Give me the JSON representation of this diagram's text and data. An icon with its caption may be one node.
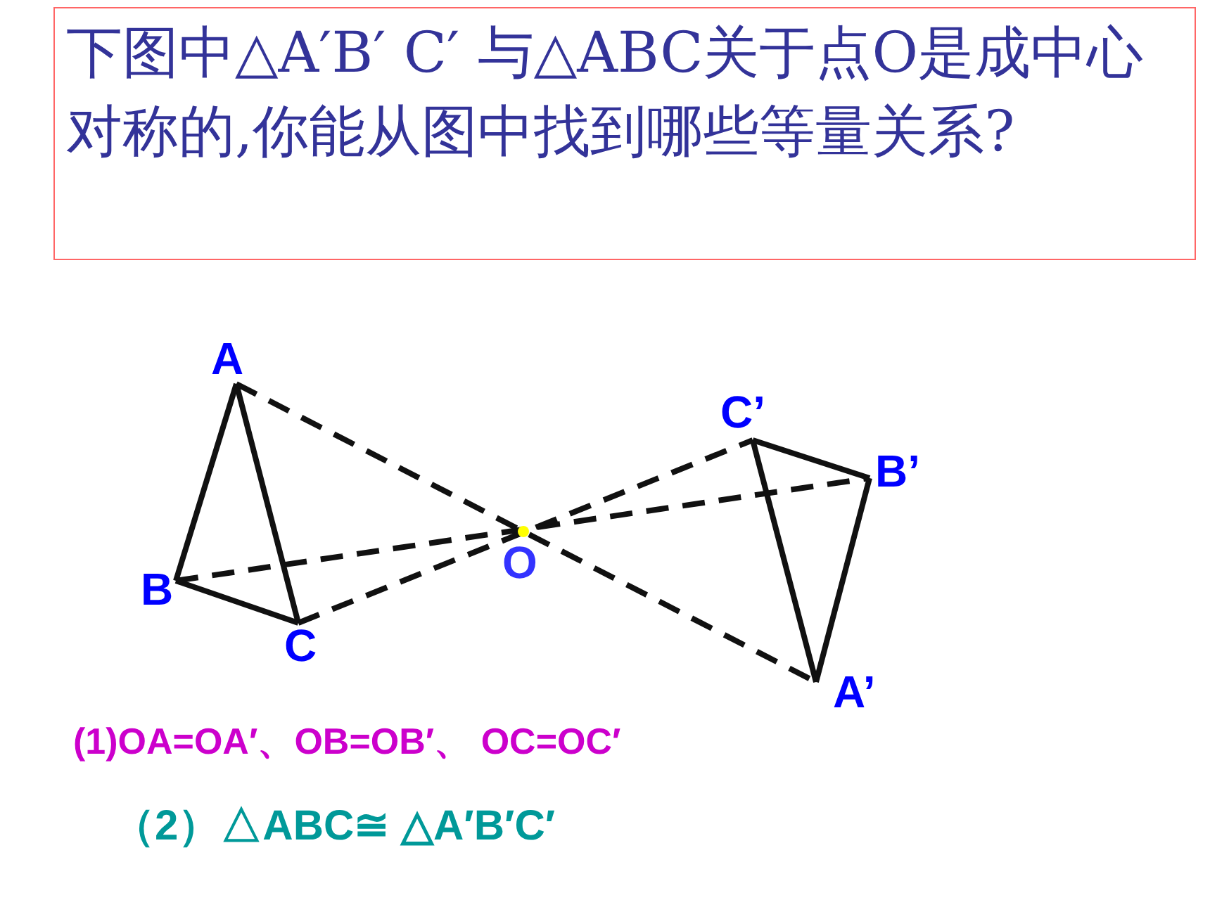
{
  "diagram": {
    "title": "下图中△A′B′ C′ 与△ABC关于点O是成中心对称的,你能从图中找到哪些等量关系?",
    "nodes": [
      {
        "text": [
          "A"
        ]
      },
      {
        "text": [
          "B"
        ]
      },
      {
        "text": [
          "C"
        ]
      },
      {
        "text": [
          "O"
        ]
      },
      {
        "text": [
          "C’"
        ]
      },
      {
        "text": [
          "B’"
        ]
      },
      {
        "text": [
          "A’"
        ]
      }
    ],
    "edges": [
      {
        "from": 0,
        "to": 1,
        "arrow": "none"
      },
      {
        "from": 0,
        "to": 2,
        "arrow": "none"
      },
      {
        "from": 1,
        "to": 2,
        "arrow": "none"
      },
      {
        "from": 4,
        "to": 5,
        "arrow": "none"
      },
      {
        "from": 4,
        "to": 6,
        "arrow": "none"
      },
      {
        "from": 5,
        "to": 6,
        "arrow": "none"
      },
      {
        "from": 0,
        "to": 6,
        "arrow": "none",
        "style": "dashed"
      },
      {
        "from": 1,
        "to": 5,
        "arrow": "none",
        "style": "dashed"
      },
      {
        "from": 2,
        "to": 4,
        "arrow": "none",
        "style": "dashed"
      }
    ],
    "labels": [
      "(1)OA=OA′、OB=OB′、 OC=OC′",
      "（2）△ABC≅ △A′B′C′"
    ]
  }
}
